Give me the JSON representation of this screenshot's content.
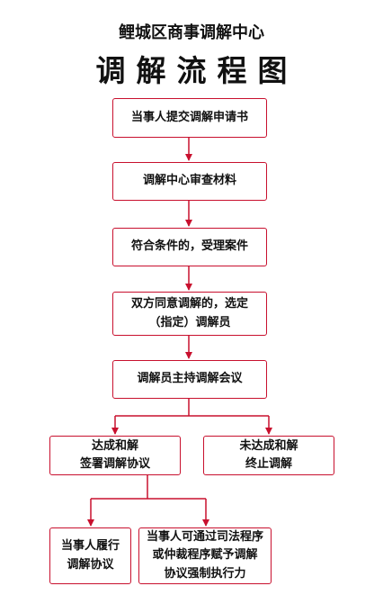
{
  "header": {
    "organization": "鲤城区商事调解中心",
    "title": "调解流程图"
  },
  "steps": {
    "submit": "当事人提交调解申请书",
    "review": "调解中心审查材料",
    "accept": "符合条件的，受理案件",
    "mediator": "双方同意调解的，选定\n（指定）调解员",
    "preside": "调解员主持调解会议"
  },
  "outcomes": {
    "agreed": "达成和解\n签署调解协议",
    "not_agreed": "未达成和解\n终止调解"
  },
  "results": {
    "perform": "当事人履行\n调解协议",
    "enforce": "当事人可通过司法程序\n或仲裁程序赋予调解\n协议强制执行力"
  },
  "colors": {
    "accent": "#c8102e",
    "text": "#111111"
  }
}
